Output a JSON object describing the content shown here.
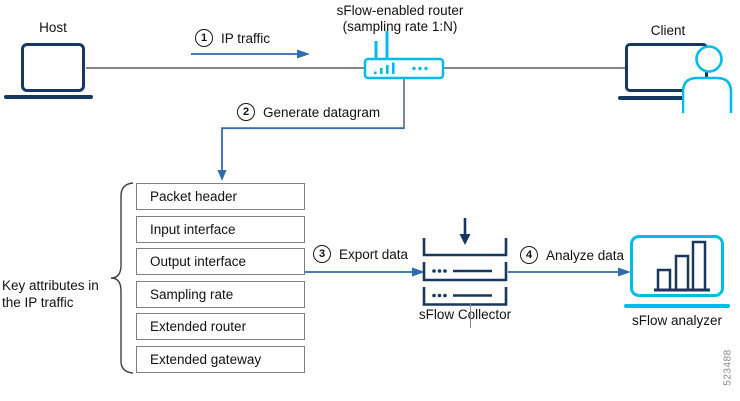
{
  "title": "sFlow architecture diagram",
  "nodes": {
    "host": {
      "label": "Host",
      "icon": "laptop-icon"
    },
    "router": {
      "label_line1": "sFlow-enabled router",
      "label_line2": "(sampling rate 1:N)",
      "icon": "wireless-router-icon"
    },
    "client": {
      "label": "Client",
      "icon": "monitor-user-icon"
    },
    "collector": {
      "label": "sFlow Collector",
      "icon": "server-stack-icon"
    },
    "analyzer": {
      "label": "sFlow analyzer",
      "icon": "bar-chart-monitor-icon"
    }
  },
  "steps": [
    {
      "num": "1",
      "label": "IP traffic"
    },
    {
      "num": "2",
      "label": "Generate datagram"
    },
    {
      "num": "3",
      "label": "Export data"
    },
    {
      "num": "4",
      "label": "Analyze data"
    }
  ],
  "attributes": {
    "caption_line1": "Key attributes in",
    "caption_line2": "the IP traffic",
    "items": [
      "Packet header",
      "Input interface",
      "Output interface",
      "Sampling rate",
      "Extended router",
      "Extended gateway"
    ]
  },
  "figure_id": "523488",
  "colors": {
    "cisco_cyan": "#00bceb",
    "navy": "#17385f",
    "arrow_blue": "#2f6cb3",
    "line_gray": "#3f3f3f",
    "box_border_gray": "#7f7f7f",
    "figure_id_gray": "#8a8a8a"
  }
}
